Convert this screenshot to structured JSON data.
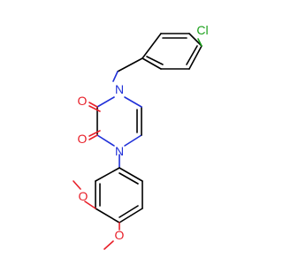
{
  "molecule": {
    "atoms": [
      {
        "id": "cl",
        "label": "Cl",
        "color": "#1aa01a"
      },
      {
        "id": "n1",
        "label": "N",
        "color": "#2030d8"
      },
      {
        "id": "n4",
        "label": "N",
        "color": "#2030d8"
      },
      {
        "id": "o2",
        "label": "O",
        "color": "#e8202a"
      },
      {
        "id": "o3",
        "label": "O",
        "color": "#e8202a"
      },
      {
        "id": "om1",
        "label": "O",
        "color": "#e8202a"
      },
      {
        "id": "om2",
        "label": "O",
        "color": "#e8202a"
      }
    ],
    "bond_color": "#000000"
  }
}
